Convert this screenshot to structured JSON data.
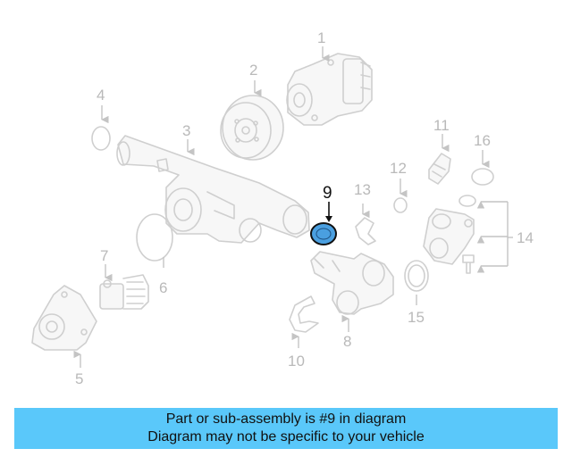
{
  "diagram": {
    "callouts": {
      "c1": "1",
      "c2": "2",
      "c3": "3",
      "c4": "4",
      "c5": "5",
      "c6": "6",
      "c7": "7",
      "c8": "8",
      "c9": "9",
      "c10": "10",
      "c11": "11",
      "c12": "12",
      "c13": "13",
      "c14": "14",
      "c15": "15",
      "c16": "16"
    },
    "highlighted_part": "9",
    "highlight_color": "#4a9fe0",
    "line_color": "#cfcfcf"
  },
  "caption": {
    "line1": "Part or sub-assembly is #9 in diagram",
    "line2": "Diagram may not be specific to your vehicle",
    "background": "#5ac8fa"
  }
}
